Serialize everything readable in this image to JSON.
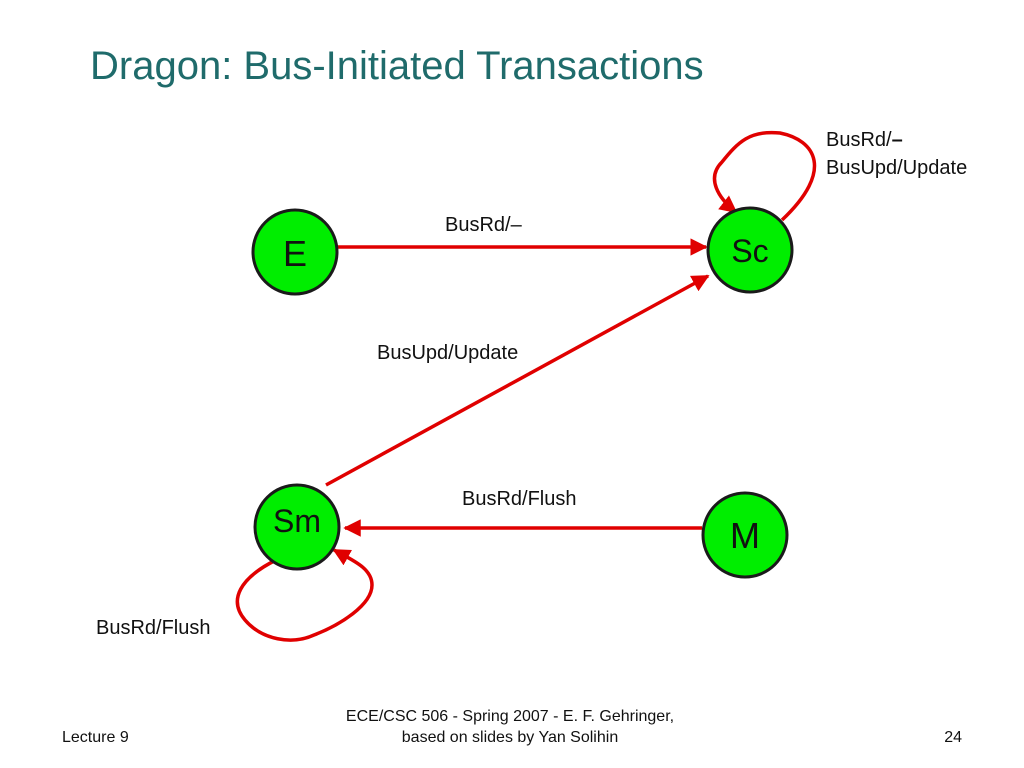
{
  "slide": {
    "title": "Dragon: Bus-Initiated Transactions"
  },
  "diagram": {
    "states": {
      "e": "E",
      "sc": "Sc",
      "sm": "Sm",
      "m": "M"
    },
    "transitions": {
      "e_to_sc": "BusRd/–",
      "sc_self_line1": "BusRd/",
      "sc_self_dash": "–",
      "sc_self_line2": "BusUpd/Update",
      "sm_to_sc": "BusUpd/Update",
      "m_to_sm": "BusRd/Flush",
      "sm_self": "BusRd/Flush"
    },
    "colors": {
      "state_fill": "#00ee00",
      "state_stroke": "#1a1a1a",
      "arrow": "#e00000"
    }
  },
  "footer": {
    "left": "Lecture 9",
    "center": "ECE/CSC 506 - Spring 2007 - E. F. Gehringer, based on slides by Yan Solihin",
    "page_number": "24"
  }
}
